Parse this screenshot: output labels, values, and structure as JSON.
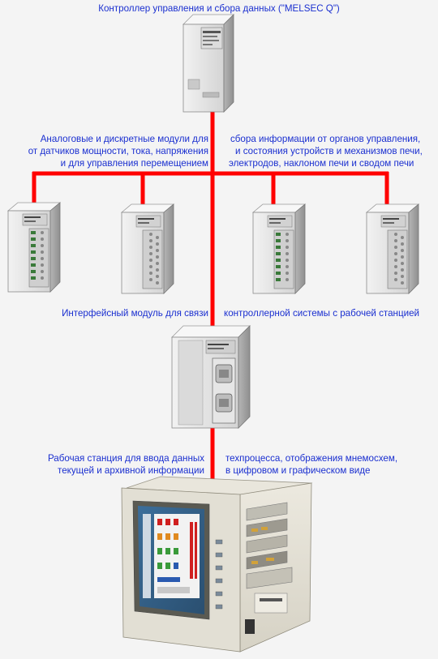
{
  "diagram": {
    "title": "Контроллер управления и сбора данных  (\"MELSEC Q\")",
    "modules_caption_left": [
      "Аналоговые и дискретные модули для",
      "от датчиков мощности, тока, напряжения",
      "и для управления перемещением"
    ],
    "modules_caption_right": [
      "сбора информации от органов управления,",
      "и состояния   устройств и механизмов печи,",
      "электродов, наклоном печи  и сводом печи"
    ],
    "interface_caption_left": "Интерфейсный модуль для связи",
    "interface_caption_right": "контроллерной системы с рабочей станцией",
    "workstation_caption_left": [
      "Рабочая станция для ввода данных",
      "текущей и  архивной информации"
    ],
    "workstation_caption_right": [
      "техпроцесса, отображения мнемосхем,",
      "в цифровом и графическом виде"
    ],
    "colors": {
      "bus": "#ff0000",
      "text": "#1a2fd0",
      "background": "#f4f4f4",
      "module_body": "#e6e6e6"
    },
    "nodes": [
      {
        "id": "cpu-module",
        "icon": "plc-cpu-module-icon"
      },
      {
        "id": "io-module-1",
        "icon": "io-module-icon"
      },
      {
        "id": "io-module-2",
        "icon": "io-module-icon"
      },
      {
        "id": "io-module-3",
        "icon": "io-module-icon"
      },
      {
        "id": "io-module-4",
        "icon": "io-module-icon"
      },
      {
        "id": "interface-module",
        "icon": "interface-module-icon"
      },
      {
        "id": "workstation",
        "icon": "industrial-pc-icon"
      }
    ]
  }
}
